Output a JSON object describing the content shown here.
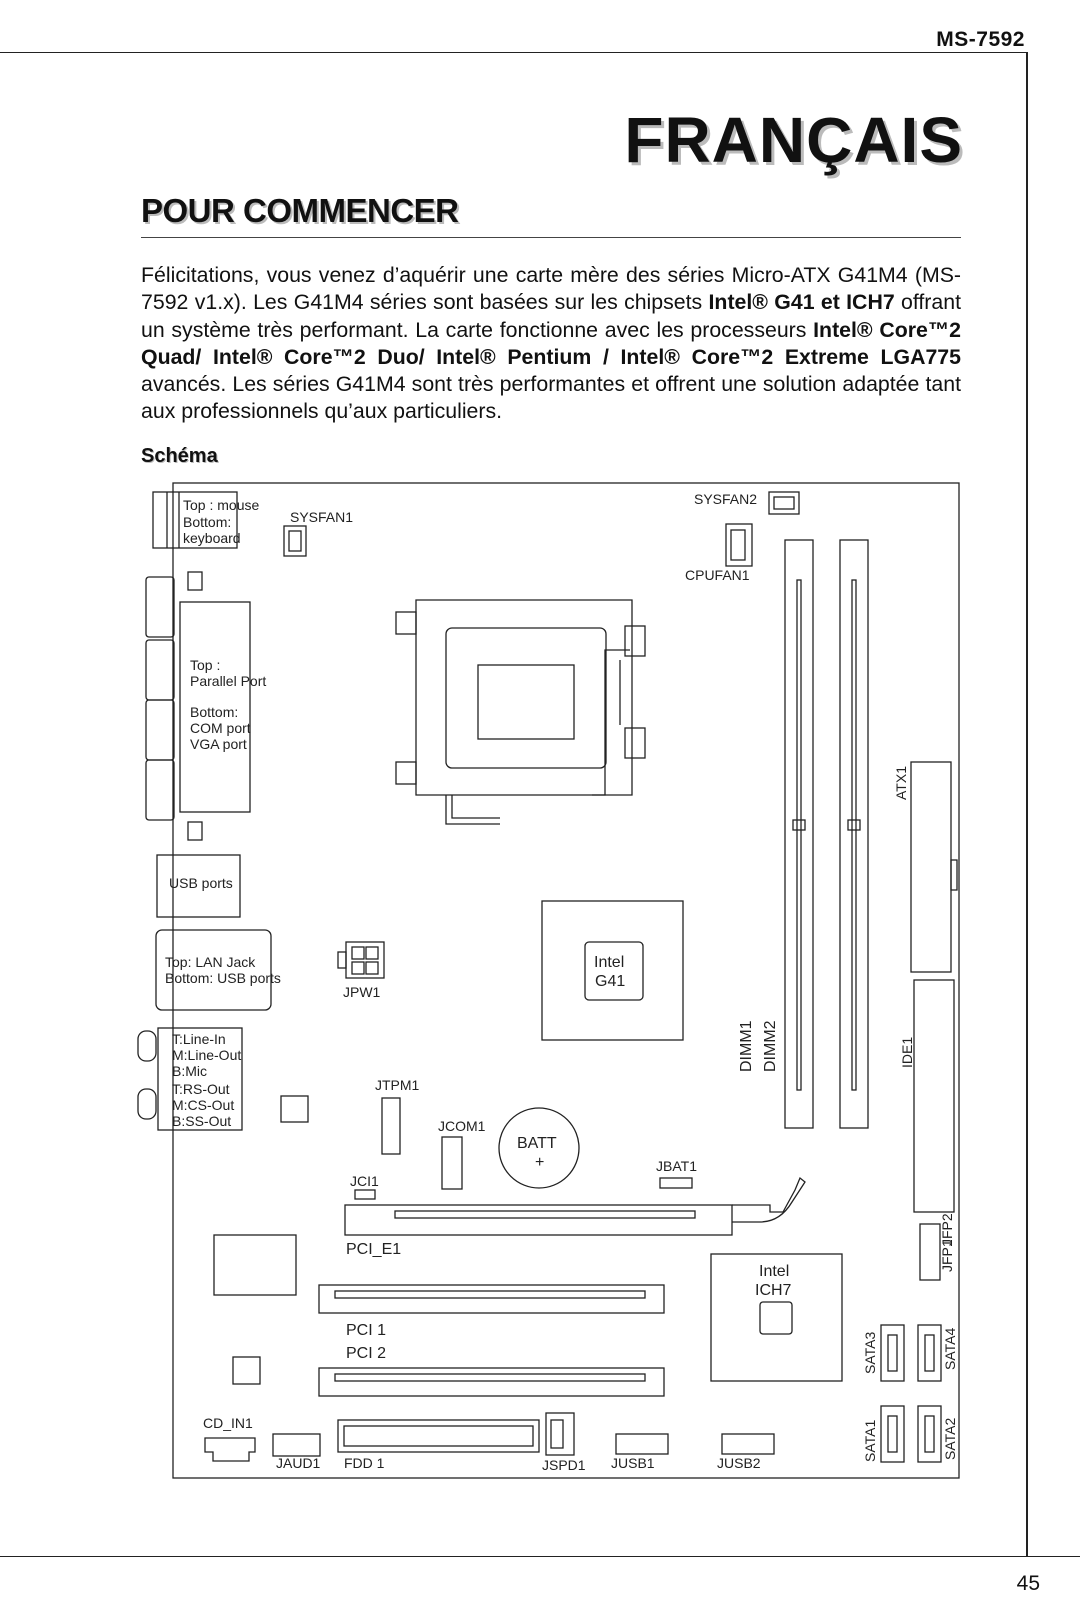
{
  "header": {
    "model": "MS-7592"
  },
  "page": {
    "number": "45"
  },
  "title": "FRANÇAIS",
  "section": {
    "title": "POUR COMMENCER"
  },
  "intro": {
    "t1": "Félicitations, vous venez d’aquérir une carte mère des séries Micro-ATX G41M4 (MS-7592 v1.x). Les G41M4 séries sont basées sur les chipsets ",
    "b1": "Intel® G41 et ICH7",
    "t2": " offrant un système très performant. La carte fonctionne avec les processeurs ",
    "b2": "Intel® Core™2 Quad/ Intel® Core™2 Duo/ Intel® Pentium / Intel® Core™2 Extreme LGA775",
    "t3": " avancés. Les séries G41M4 sont très performantes et offrent une solution adaptée tant aux professionnels qu’aux particuliers."
  },
  "schema": {
    "label": "Schéma",
    "labels": {
      "ps2": [
        "Top : mouse",
        "Bottom:",
        "keyboard"
      ],
      "parallel": [
        "Top :",
        "Parallel Port",
        "Bottom:",
        "COM port",
        "VGA port"
      ],
      "usb": "USB ports",
      "lan": [
        "Top: LAN Jack",
        "Bottom: USB ports"
      ],
      "audio": [
        "T:Line-In",
        "M:Line-Out",
        "B:Mic",
        "T:RS-Out",
        "M:CS-Out",
        "B:SS-Out"
      ],
      "sysfan1": "SYSFAN1",
      "sysfan2": "SYSFAN2",
      "cpufan1": "CPUFAN1",
      "atx1": "ATX1",
      "jpw1": "JPW1",
      "northbridge": [
        "Intel",
        "G41"
      ],
      "dimm1": "DIMM1",
      "dimm2": "DIMM2",
      "ide1": "IDE1",
      "jtpm1": "JTPM1",
      "jcom1": "JCOM1",
      "batt": [
        "BATT",
        "+"
      ],
      "jbat1": "JBAT1",
      "jci1": "JCI1",
      "pcie1": "PCI_E1",
      "jfp1": "JFP1",
      "jfp2": "JFP2",
      "southbridge": [
        "Intel",
        "ICH7"
      ],
      "pci1": "PCI 1",
      "pci2": "PCI 2",
      "sata1": "SATA1",
      "sata2": "SATA2",
      "sata3": "SATA3",
      "sata4": "SATA4",
      "cdin1": "CD_IN1",
      "jaud1": "JAUD1",
      "fdd1": "FDD 1",
      "jspd1": "JSPD1",
      "jusb1": "JUSB1",
      "jusb2": "JUSB2"
    }
  }
}
